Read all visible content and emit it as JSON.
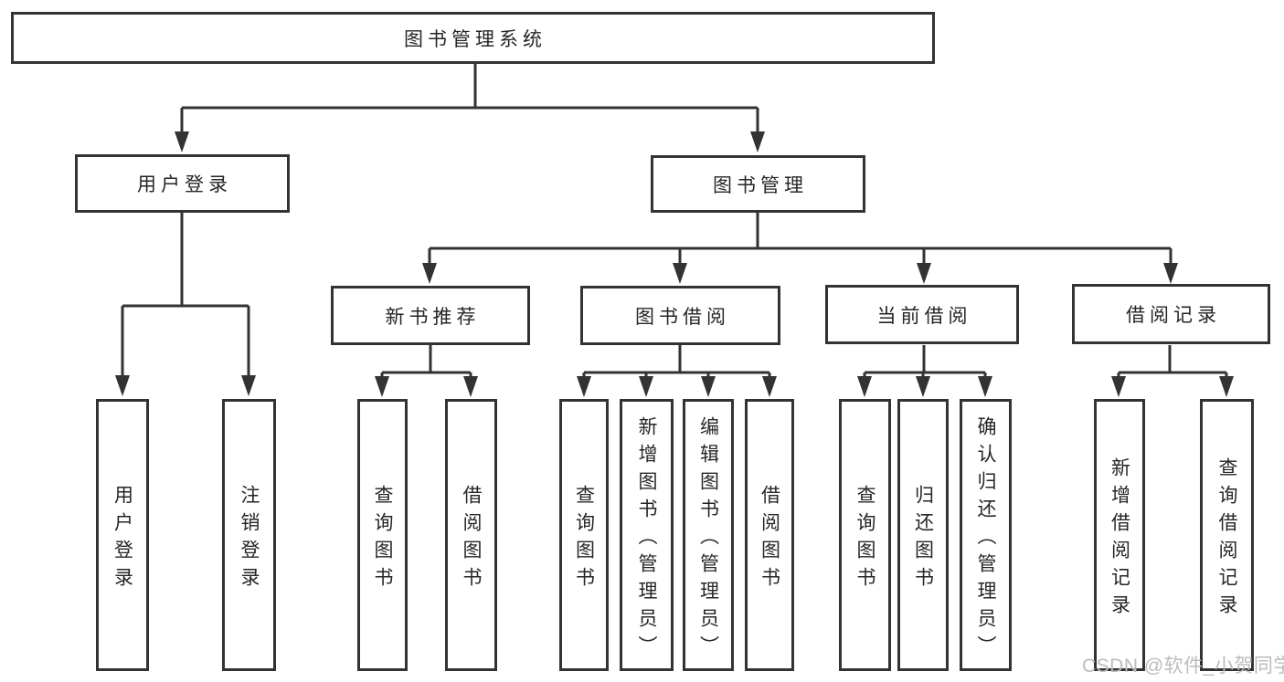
{
  "diagram_title": "图书管理系统",
  "colors": {
    "line": "#333333",
    "node_border": "#333333",
    "node_text": "#262626",
    "background": "#ffffff",
    "watermark": "#bcbcbc"
  },
  "tree": {
    "root": {
      "label": "图书管理系统",
      "children": [
        {
          "label": "用户登录",
          "children": [
            {
              "label": "用户登录"
            },
            {
              "label": "注销登录"
            }
          ]
        },
        {
          "label": "图书管理",
          "children": [
            {
              "label": "新书推荐",
              "children": [
                {
                  "label": "查询图书"
                },
                {
                  "label": "借阅图书"
                }
              ]
            },
            {
              "label": "图书借阅",
              "children": [
                {
                  "label": "查询图书"
                },
                {
                  "label": "新增图书（管理员）"
                },
                {
                  "label": "编辑图书（管理员）"
                },
                {
                  "label": "借阅图书"
                }
              ]
            },
            {
              "label": "当前借阅",
              "children": [
                {
                  "label": "查询图书"
                },
                {
                  "label": "归还图书"
                },
                {
                  "label": "确认归还（管理员）"
                }
              ]
            },
            {
              "label": "借阅记录",
              "children": [
                {
                  "label": "新增借阅记录"
                },
                {
                  "label": "查询借阅记录"
                }
              ]
            }
          ]
        }
      ]
    }
  },
  "watermark": {
    "text": "CSDN @软件_小贺同学"
  }
}
